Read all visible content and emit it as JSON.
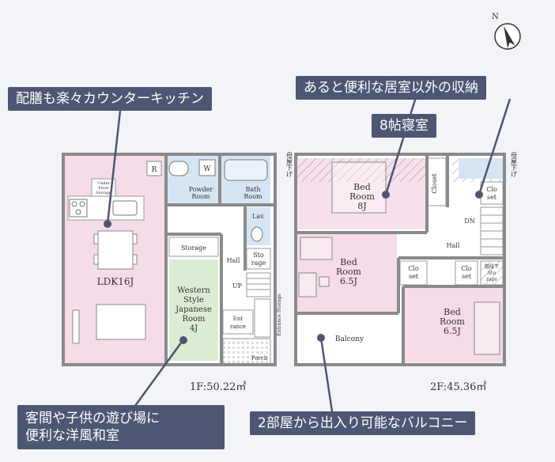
{
  "callouts": {
    "kitchen": "配膳も楽々カウンターキッチン",
    "storage": "あると便利な居室以外の収納",
    "bedroom8": "8帖寝室",
    "washitsu_line1": "客間や子供の遊び場に",
    "washitsu_line2": "便利な洋風和室",
    "balcony": "2部屋から出入り可能なバルコニー"
  },
  "floors": {
    "first": {
      "area_label": "1F:50.22㎡",
      "rooms": {
        "ldk": "LDK16J",
        "underfloor": [
          "Under",
          "Floor",
          "Storage"
        ],
        "r_mark": "R",
        "w_mark": "W",
        "powder": [
          "Powder",
          "Room"
        ],
        "bath": [
          "Bath",
          "Room"
        ],
        "lav": "Lav.",
        "storage": "Storage",
        "hall": "Hall",
        "sto_rage": [
          "Sto",
          "rage"
        ],
        "up": "UP",
        "japanese": [
          "Western",
          "Style",
          "Japanese",
          "Room",
          "4J"
        ],
        "entrance": [
          "Ent",
          "rance"
        ],
        "entrance_storage": "Entrance Storage",
        "porch": "Porch"
      }
    },
    "second": {
      "area_label": "2F:45.36㎡",
      "rooms": {
        "bed8": [
          "Bed",
          "Room",
          "8J"
        ],
        "closet": "Closet",
        "clo_set_top": [
          "Clo",
          "set"
        ],
        "dn": "DN",
        "bed65": [
          "Bed",
          "Room",
          "6.5J"
        ],
        "hall": "Hall",
        "clo_set_a": [
          "Clo",
          "set"
        ],
        "clo_set_b": [
          "Clo",
          "set"
        ],
        "stair_storage": [
          "階段下",
          "Sto",
          "rage"
        ],
        "bed65b": [
          "Bed",
          "Room",
          "6.5J"
        ],
        "balcony": "Balcony",
        "left_mark": "母屋下げ",
        "right_mark": "母屋下げ"
      }
    }
  },
  "compass": "N",
  "colors": {
    "wall": "#8a8a8a",
    "pink": "#f6dbe8",
    "blue": "#d6e5f3",
    "green": "#dcecd4",
    "callout_bg": "#4d5673",
    "line": "#4d5673"
  }
}
